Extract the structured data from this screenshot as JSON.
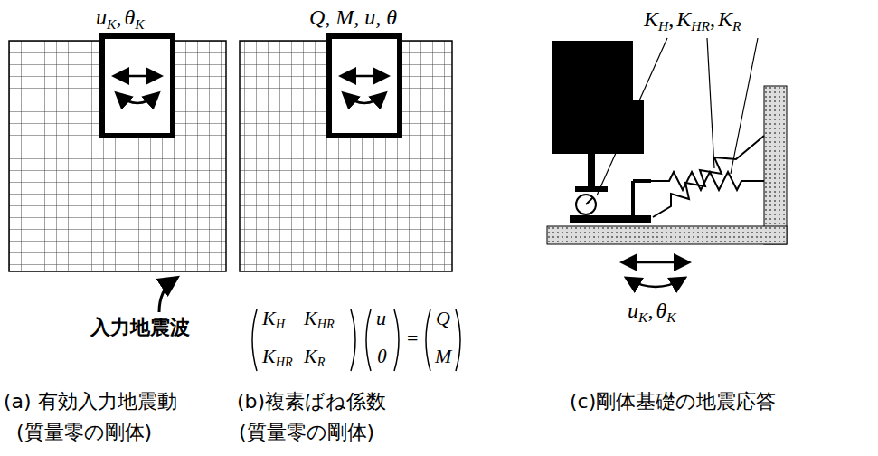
{
  "diagram": {
    "labels": [
      "u",
      "K",
      ",",
      "θ",
      "K",
      "入力地震波",
      "Q, M, u, θ",
      "K",
      "H",
      "K",
      "HR",
      "K",
      "HR",
      "K",
      "R",
      "u",
      "θ",
      "=",
      "Q",
      "M",
      "K",
      "H",
      ",",
      "K",
      "HR",
      ",",
      "K",
      "R",
      "u",
      "K",
      ",",
      "θ",
      "K",
      "(a) 有効入力地震動",
      "(質量零の剛体)",
      "(b)複素ばね係数",
      "(質量零の剛体)",
      "(c)剛体基礎の地震応答"
    ]
  }
}
